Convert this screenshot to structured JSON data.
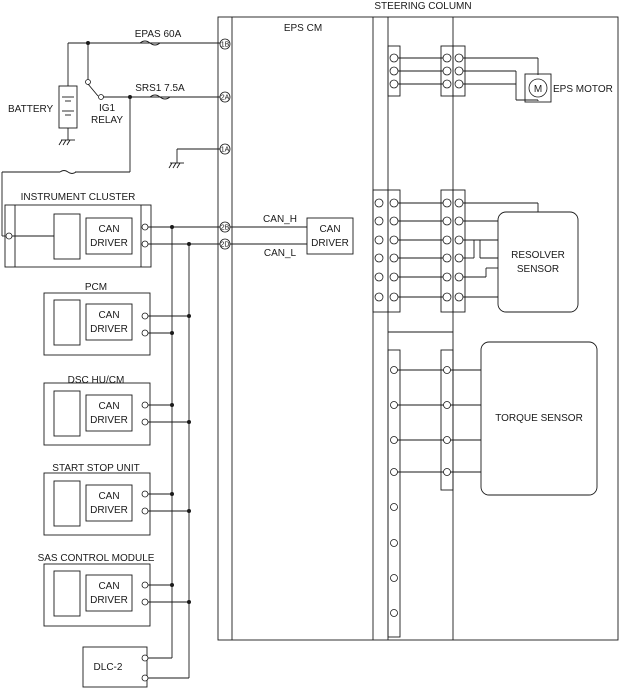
{
  "labels": {
    "steering_column": "STEERING COLUMN",
    "eps_cm": "EPS CM",
    "epas_fuse": "EPAS 60A",
    "srs_fuse": "SRS1 7.5A",
    "battery": "BATTERY",
    "ig1": "IG1",
    "relay": "RELAY",
    "instrument_cluster": "INSTRUMENT CLUSTER",
    "pcm": "PCM",
    "dsc": "DSC HU/CM",
    "start_stop": "START STOP UNIT",
    "sas": "SAS CONTROL MODULE",
    "dlc": "DLC-2",
    "can": "CAN",
    "driver": "DRIVER",
    "can_h": "CAN_H",
    "can_l": "CAN_L",
    "eps_motor": "EPS MOTOR",
    "motor_symbol": "M",
    "resolver": "RESOLVER",
    "sensor": "SENSOR",
    "torque_sensor": "TORQUE SENSOR"
  },
  "pins": [
    "1B",
    "2A",
    "1A",
    "2B",
    "2D"
  ]
}
